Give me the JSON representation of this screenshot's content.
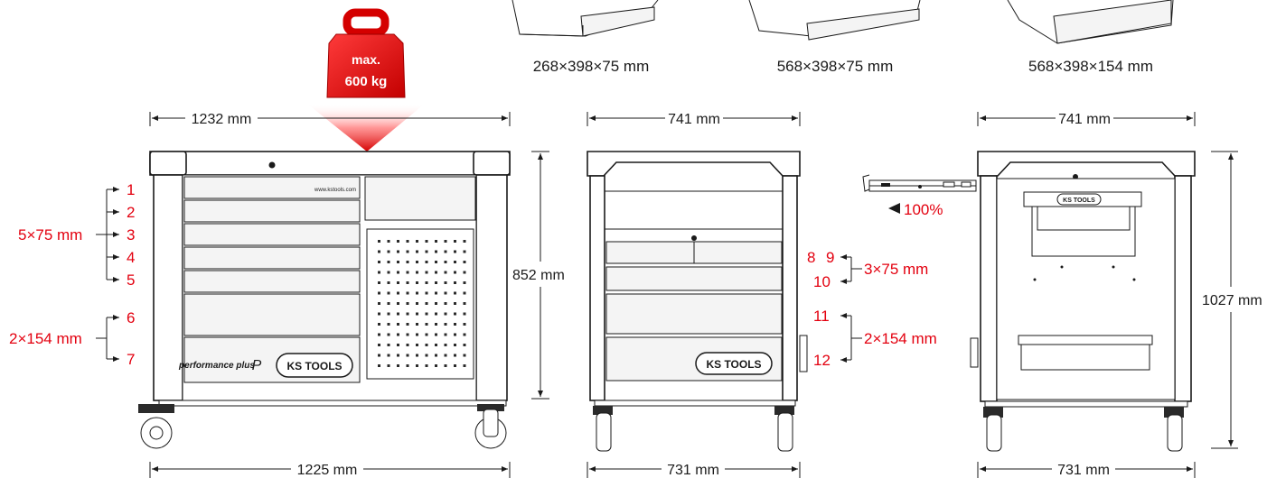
{
  "drawers": [
    {
      "size": "268×398×75 mm"
    },
    {
      "size": "568×398×75 mm"
    },
    {
      "size": "568×398×154 mm"
    }
  ],
  "load": {
    "line1": "max.",
    "line2": "600 kg",
    "color": "#e3000f"
  },
  "front": {
    "width_top": "1232 mm",
    "width_bottom": "1225 mm",
    "height": "852 mm",
    "small_group_label": "5×75 mm",
    "small_numbers": [
      "1",
      "2",
      "3",
      "4",
      "5"
    ],
    "large_group_label": "2×154 mm",
    "large_numbers": [
      "6",
      "7"
    ],
    "url": "www.kstools.com",
    "series": "performance plus",
    "series_mark": "P",
    "logo": "KS TOOLS"
  },
  "side": {
    "width_top": "741 mm",
    "width_bottom": "731 mm",
    "small_numbers": [
      "8",
      "9",
      "10"
    ],
    "small_group_label": "3×75 mm",
    "large_numbers": [
      "11",
      "12"
    ],
    "large_group_label": "2×154 mm",
    "logo": "KS TOOLS"
  },
  "slide": {
    "extension": "100%"
  },
  "back": {
    "width_top": "741 mm",
    "width_bottom": "731 mm",
    "height": "1027 mm",
    "logo": "KS TOOLS"
  }
}
